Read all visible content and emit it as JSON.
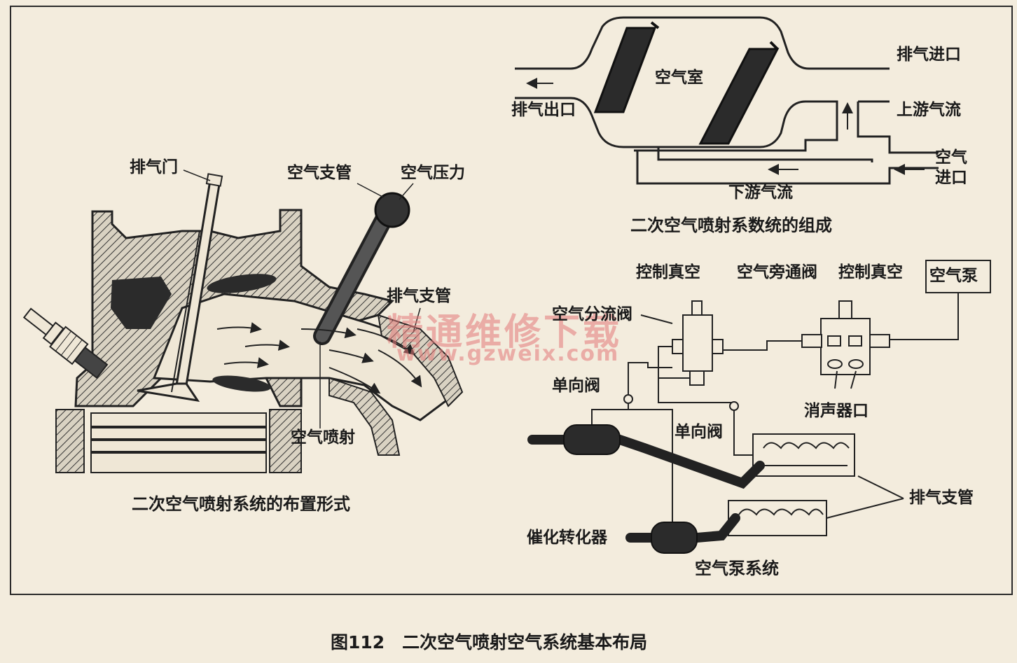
{
  "watermark": {
    "text": "精通维修下载",
    "url": "www.gzweix.com"
  },
  "left_diagram": {
    "exhaust_valve": "排气门",
    "air_branch_pipe": "空气支管",
    "air_pressure": "空气压力",
    "exhaust_manifold": "排气支管",
    "air_injection": "空气喷射",
    "caption": "二次空气喷射系统的布置形式"
  },
  "top_right_diagram": {
    "exhaust_inlet": "排气进口",
    "air_chamber": "空气室",
    "exhaust_outlet": "排气出口",
    "upstream_flow": "上游气流",
    "air_inlet_line1": "空气",
    "air_inlet_line2": "进口",
    "downstream_flow": "下游气流",
    "caption": "二次空气喷射系数统的组成"
  },
  "bottom_right_diagram": {
    "control_vacuum_left": "控制真空",
    "air_bypass_valve": "空气旁通阀",
    "control_vacuum_right": "控制真空",
    "air_pump": "空气泵",
    "air_diverter_valve": "空气分流阀",
    "check_valve_left": "单向阀",
    "check_valve_right": "单向阀",
    "muffler_ports": "消声器口",
    "exhaust_manifold": "排气支管",
    "catalytic_converter": "催化转化器",
    "caption": "空气泵系统"
  },
  "figure_caption": "图112　二次空气喷射空气系统基本布局"
}
